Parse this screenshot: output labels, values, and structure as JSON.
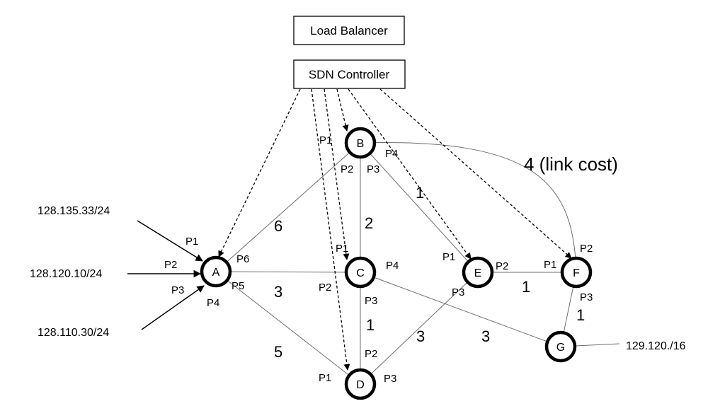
{
  "boxes": {
    "load_balancer": "Load Balancer",
    "sdn_controller": "SDN Controller"
  },
  "nodes": {
    "A": "A",
    "B": "B",
    "C": "C",
    "D": "D",
    "E": "E",
    "F": "F",
    "G": "G"
  },
  "ports": {
    "A_P1": "P1",
    "A_P2": "P2",
    "A_P3": "P3",
    "A_P4": "P4",
    "A_P5": "P5",
    "A_P6": "P6",
    "B_P1": "P1",
    "B_P2": "P2",
    "B_P3": "P3",
    "B_P4": "P4",
    "C_P1": "P1",
    "C_P2": "P2",
    "C_P3": "P3",
    "C_P4": "P4",
    "D_P1": "P1",
    "D_P2": "P2",
    "D_P3": "P3",
    "E_P1": "P1",
    "E_P2": "P2",
    "E_P3": "P3",
    "F_P1": "P1",
    "F_P2": "P2",
    "F_P3": "P3"
  },
  "costs": {
    "AB": "6",
    "AC": "3",
    "AD": "5",
    "BC": "2",
    "BE": "1",
    "CD": "1",
    "DE": "3",
    "CG": "3",
    "EF": "1",
    "FG": "1",
    "BF": "4 (link cost)"
  },
  "prefixes": {
    "p1": "128.135.33/24",
    "p2": "128.120.10/24",
    "p3": "128.110.30/24",
    "g": "129.120./16"
  }
}
